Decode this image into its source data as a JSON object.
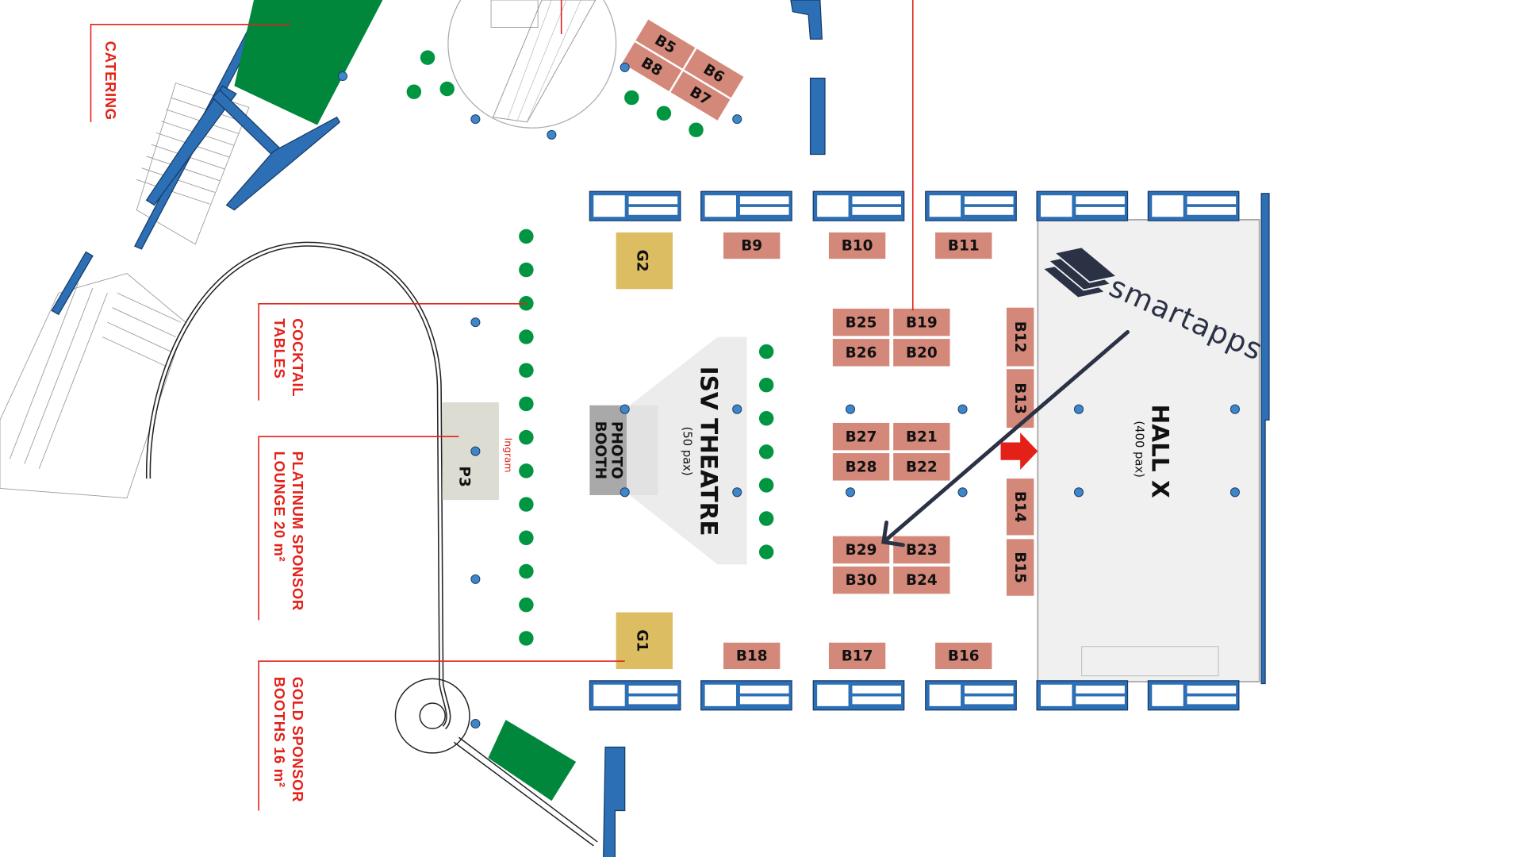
{
  "colors": {
    "booth": "#d4887a",
    "gold": "#dcbd62",
    "platinum": "#dcdcd2",
    "photo_booth": "#a9a9a9",
    "hall": "#f0f0f1",
    "catering_green": "#00873c",
    "cocktail_green": "#009641",
    "pillar_blue": "#3e86c8",
    "wall_blue": "#2c6fb5",
    "annotation_red": "#e32119",
    "logo_navy": "#2b3245"
  },
  "callouts": {
    "catering": "CATERING",
    "cocktail_line1": "COCKTAIL",
    "cocktail_line2": "TABLES",
    "platinum_line1": "PLATINUM SPONSOR",
    "platinum_line2": "LOUNGE 20 m²",
    "gold_line1": "GOLD SPONSOR",
    "gold_line2": "BOOTHS 16 m²"
  },
  "areas": {
    "isv_theatre": "ISV THEATRE",
    "isv_capacity": "(50 pax)",
    "photo_line1": "PHOTO",
    "photo_line2": "BOOTH",
    "hall_x": "HALL X",
    "hall_capacity": "(400 pax)",
    "sponsor_p3": "P3",
    "sponsor_p3_name": "Ingram",
    "gold_g1": "G1",
    "gold_g2": "G2",
    "logo_text": "smartapps"
  },
  "booths": [
    "B5",
    "B6",
    "B7",
    "B8",
    "B9",
    "B10",
    "B11",
    "B12",
    "B13",
    "B14",
    "B15",
    "B16",
    "B17",
    "B18",
    "B19",
    "B20",
    "B21",
    "B22",
    "B23",
    "B24",
    "B25",
    "B26",
    "B27",
    "B28",
    "B29",
    "B30"
  ]
}
